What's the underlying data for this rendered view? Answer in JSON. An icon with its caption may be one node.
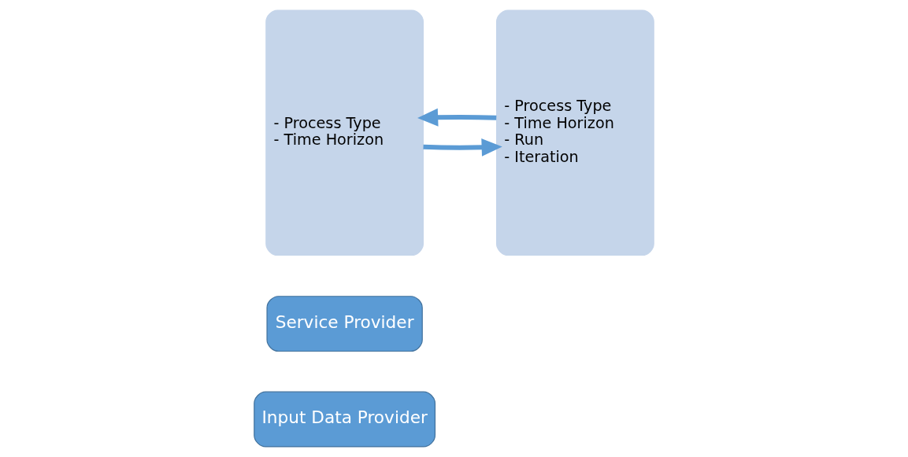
{
  "diagram": {
    "nodes": [
      {
        "text": [
          "Input Data Provider"
        ]
      },
      {
        "text": [
          "Service Provider"
        ]
      },
      {
        "text": [
          "- Process Type",
          "- Time Horizon"
        ]
      },
      {
        "text": [
          "- Process Type",
          "- Time Horizon",
          "- Run",
          "- Iteration"
        ]
      }
    ],
    "edges": [
      {
        "from": 2,
        "to": 3,
        "arrow": "to"
      },
      {
        "from": 3,
        "to": 2,
        "arrow": "to"
      }
    ]
  }
}
